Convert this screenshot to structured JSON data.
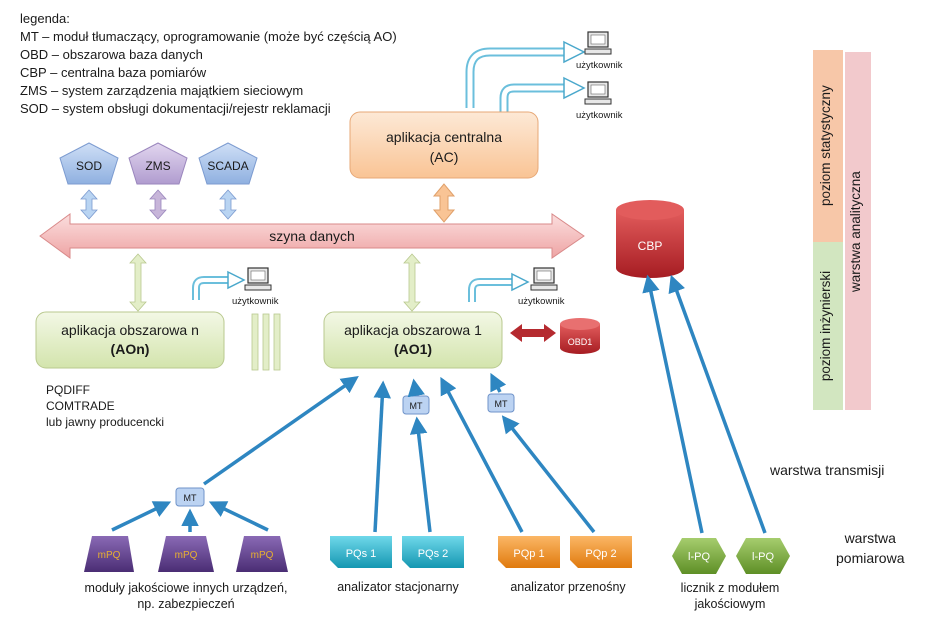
{
  "legend": {
    "title": "legenda:",
    "items": [
      "MT – moduł tłumaczący, oprogramowanie (może być częścią AO)",
      "OBD – obszarowa baza danych",
      "CBP – centralna baza pomiarów",
      "ZMS – system zarządzenia majątkiem sieciowym",
      "SOD – system obsługi dokumentacji/rejestr reklamacji"
    ]
  },
  "systems": [
    "SOD",
    "ZMS",
    "SCADA"
  ],
  "bus_label": "szyna danych",
  "central_app": {
    "line1": "aplikacja centralna",
    "line2": "(AC)"
  },
  "area_app_n": {
    "line1": "aplikacja obszarowa n",
    "line2": "(AOn)"
  },
  "area_app_1": {
    "line1": "aplikacja obszarowa 1",
    "line2": "(AO1)"
  },
  "user_label": "użytkownik",
  "cbp_label": "CBP",
  "obd_label": "OBD1",
  "mt_label": "MT",
  "formats": [
    "PQDIFF",
    "COMTRADE",
    "lub jawny producencki"
  ],
  "devices": {
    "mpq": [
      "mPQ",
      "mPQ",
      "mPQ"
    ],
    "pqs": [
      "PQs 1",
      "PQs 2"
    ],
    "pqp": [
      "PQp 1",
      "PQp 2"
    ],
    "lpq": [
      "l-PQ",
      "l-PQ"
    ]
  },
  "group_labels": {
    "mpq": [
      "moduły jakościowe innych urządzeń,",
      "np. zabezpieczeń"
    ],
    "pqs": "analizator stacjonarny",
    "pqp": "analizator przenośny",
    "lpq": [
      "licznik z modułem",
      "jakościowym"
    ]
  },
  "layers": {
    "transmission": "warstwa transmisji",
    "measurement": [
      "warstwa",
      "pomiarowa"
    ],
    "statistical": "poziom statystyczny",
    "engineering": "poziom inżynierski",
    "analytical": "warstwa analityczna"
  },
  "colors": {
    "bus": "#f4b8b8",
    "green_box": "#e3eec8",
    "orange_box": "#fcd9b8",
    "system_pentagon": "#a9c3ea",
    "zms_pentagon": "#c7b5d9",
    "arrow_blue": "#2e86c1",
    "cbp_red": "#c0272d",
    "mpq_purple": "#5e3f8a",
    "pqs_teal": "#23b4cc",
    "pqp_orange": "#f08c1a",
    "lpq_green": "#78a83a",
    "statistical_bar": "#f7c7a8",
    "engineering_bar": "#d2e6c0",
    "analytical_bar": "#f2c9cc"
  }
}
